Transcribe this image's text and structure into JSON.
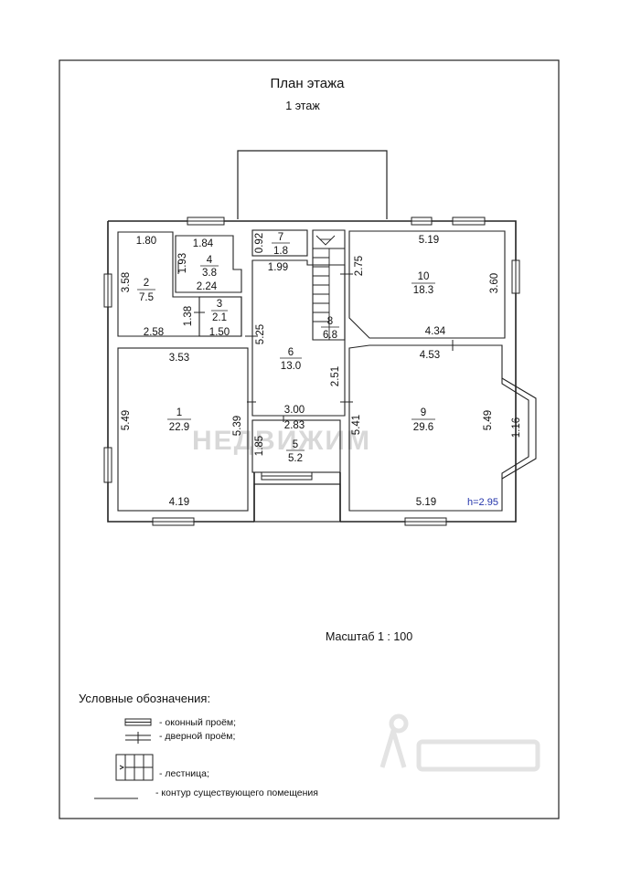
{
  "header": {
    "title": "План  этажа",
    "subtitle": "1 этаж"
  },
  "rooms": [
    {
      "id": "1",
      "number": "1",
      "area": "22.9"
    },
    {
      "id": "2",
      "number": "2",
      "area": "7.5"
    },
    {
      "id": "3",
      "number": "3",
      "area": "2.1"
    },
    {
      "id": "4",
      "number": "4",
      "area": "3.8"
    },
    {
      "id": "5",
      "number": "5",
      "area": "5.2"
    },
    {
      "id": "6",
      "number": "6",
      "area": "13.0"
    },
    {
      "id": "7",
      "number": "7",
      "area": "1.8"
    },
    {
      "id": "8",
      "number": "8",
      "area": "6.8"
    },
    {
      "id": "9",
      "number": "9",
      "area": "29.6"
    },
    {
      "id": "10",
      "number": "10",
      "area": "18.3"
    }
  ],
  "dimensions": {
    "r2_top": "1.80",
    "r2_left": "3.58",
    "r2_bottom": "2.58",
    "r4_top": "1.84",
    "r4_left": "1.93",
    "r4_bottom": "2.24",
    "r3_left": "1.38",
    "r3_bottom": "1.50",
    "r7_left": "0.92",
    "r7_bottom": "1.99",
    "r6_left": "5.25",
    "r6_right": "2.51",
    "r6_bottom": "3.00",
    "r5_top": "2.83",
    "r5_left": "1.85",
    "r1_top": "3.53",
    "r1_left": "5.49",
    "r1_right": "5.39",
    "r1_bottom": "4.19",
    "r10_top": "5.19",
    "r10_left": "2.75",
    "r10_right": "3.60",
    "r10_bottom": "4.34",
    "r9_top": "4.53",
    "r9_left": "5.41",
    "r9_right": "5.49",
    "r9_bay": "1.16",
    "r9_bottom": "5.19"
  },
  "height_label": "h=2.95",
  "scale_label": "Масштаб 1 : 100",
  "watermark": "НЕДВИЖИМ",
  "legend": {
    "title": "Условные обозначения:",
    "items": [
      {
        "key": "window",
        "label": "- оконный проём;"
      },
      {
        "key": "door",
        "label": "- дверной проём;"
      },
      {
        "key": "stairs",
        "label": "- лестница;"
      },
      {
        "key": "contour",
        "label": "- контур существующего помещения"
      }
    ]
  },
  "colors": {
    "line": "#222222",
    "height_text": "#2233aa",
    "watermark": "#d8d8d8"
  }
}
